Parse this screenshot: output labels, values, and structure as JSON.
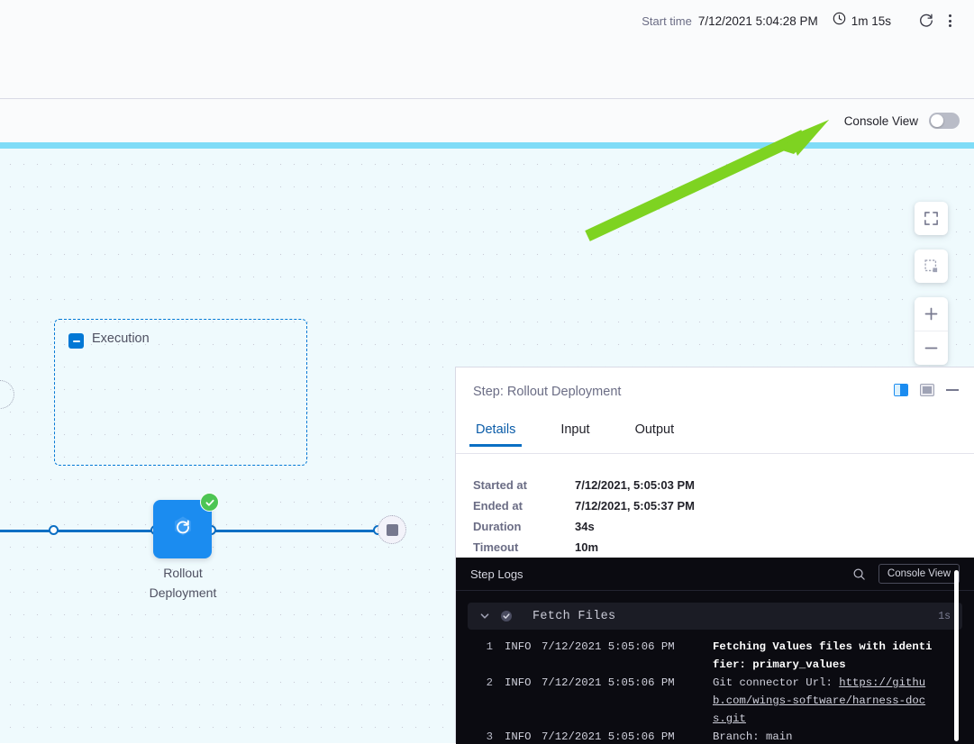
{
  "header": {
    "start_time_label": "Start time",
    "start_time_value": "7/12/2021 5:04:28 PM",
    "duration": "1m 15s",
    "refresh_icon": "refresh-icon",
    "more_icon": "more-vertical-icon"
  },
  "console_toolbar": {
    "label": "Console View",
    "toggle_state": "off"
  },
  "canvas": {
    "controls": [
      {
        "name": "fit-to-screen-button",
        "icon": "expand-icon"
      },
      {
        "name": "zoom-to-selection-button",
        "icon": "selection-box-icon"
      },
      {
        "name": "zoom-in-button",
        "icon": "plus-icon"
      },
      {
        "name": "zoom-out-button",
        "icon": "minus-icon"
      }
    ],
    "execution_group_label": "Execution",
    "node": {
      "label_line1": "Rollout",
      "label_line2": "Deployment",
      "status": "success",
      "icon": "rollout-deployment-icon"
    },
    "end_node_icon": "stop-icon"
  },
  "step_panel": {
    "title": "Step: Rollout Deployment",
    "tabs": [
      {
        "label": "Details",
        "active": true
      },
      {
        "label": "Input",
        "active": false
      },
      {
        "label": "Output",
        "active": false
      }
    ],
    "details": [
      {
        "key": "Started at",
        "value": "7/12/2021, 5:05:03 PM"
      },
      {
        "key": "Ended at",
        "value": "7/12/2021, 5:05:37 PM"
      },
      {
        "key": "Duration",
        "value": "34s"
      },
      {
        "key": "Timeout",
        "value": "10m"
      }
    ],
    "minimize_icon": "minimize-icon"
  },
  "logs": {
    "title": "Step Logs",
    "search_icon": "search-icon",
    "console_view_button": "Console View",
    "section": {
      "name": "Fetch Files",
      "duration": "1s",
      "status": "success",
      "expanded": true
    },
    "lines": [
      {
        "num": "1",
        "level": "INFO",
        "time": "7/12/2021 5:05:06 PM",
        "message": "Fetching Values files with identifier: primary_values",
        "bold": true
      },
      {
        "num": "2",
        "level": "INFO",
        "time": "7/12/2021 5:05:06 PM",
        "message_prefix": "Git connector Url: ",
        "message_link": "https://github.com/wings-software/harness-docs.git",
        "bold": false
      },
      {
        "num": "3",
        "level": "INFO",
        "time": "7/12/2021 5:05:06 PM",
        "message": "Branch: main",
        "bold": false
      }
    ]
  },
  "annotation": {
    "type": "arrow",
    "color": "#7ed321",
    "points_to": "console-view-toggle"
  },
  "colors": {
    "accent_blue": "#0b6fc4",
    "node_blue": "#1b8cf0",
    "success_green": "#4dc553",
    "canvas_bg": "#effafd",
    "cyan_bar": "#7fdcf7",
    "log_bg": "#0b0b11",
    "annotation_green": "#7ed321"
  }
}
